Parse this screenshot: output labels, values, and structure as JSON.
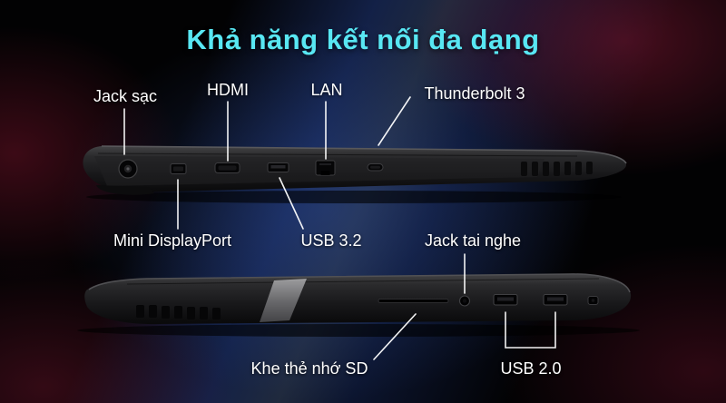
{
  "title": "Khả năng kết nối đa dạng",
  "colors": {
    "title": "#58e7f3",
    "label_text": "#ffffff",
    "background": "#020203"
  },
  "labels": {
    "jack_sac": "Jack sạc",
    "hdmi": "HDMI",
    "lan": "LAN",
    "thunderbolt": "Thunderbolt 3",
    "mini_displayport": "Mini DisplayPort",
    "usb_32": "USB 3.2",
    "jack_tai_nghe": "Jack tai nghe",
    "khe_the_nho_sd": "Khe thẻ nhớ SD",
    "usb_20": "USB 2.0"
  }
}
